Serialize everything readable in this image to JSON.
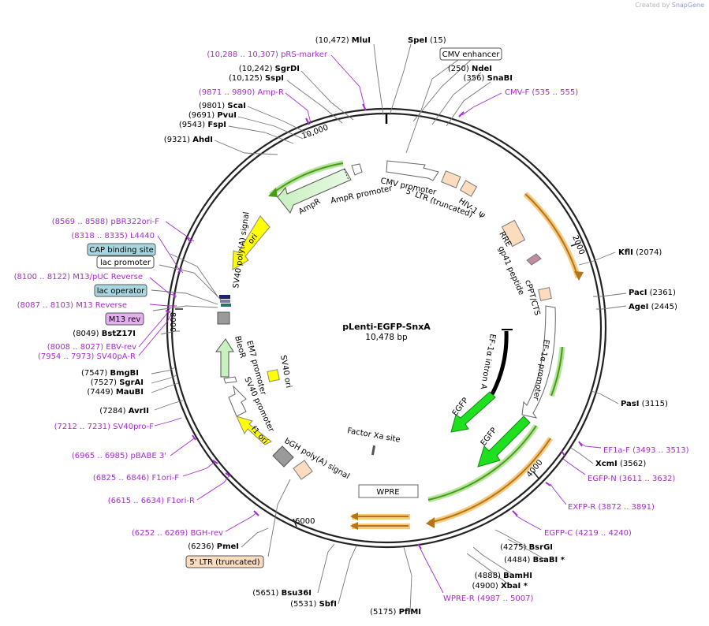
{
  "credit": {
    "prefix": "Created by",
    "brand": "SnapGene"
  },
  "plasmid": {
    "name": "pLenti-EGFP-SnxA",
    "size": "10,478 bp"
  },
  "ticks": [
    "10,000",
    "2000",
    "4000",
    "6000",
    "8000"
  ],
  "colors": {
    "site": "#000000",
    "primer": "#a72bd3",
    "ring": "#1a1a1a"
  },
  "sites": [
    {
      "coord": "(10,472)",
      "name": "MluI"
    },
    {
      "coord": "(15)",
      "name": "SpeI"
    },
    {
      "coord": "(250)",
      "name": "NdeI"
    },
    {
      "coord": "(356)",
      "name": "SnaBI"
    },
    {
      "coord": "(10,242)",
      "name": "SgrDI"
    },
    {
      "coord": "(10,125)",
      "name": "SspI"
    },
    {
      "coord": "(9801)",
      "name": "ScaI"
    },
    {
      "coord": "(9691)",
      "name": "PvuI"
    },
    {
      "coord": "(9543)",
      "name": "FspI"
    },
    {
      "coord": "(9321)",
      "name": "AhdI"
    },
    {
      "coord": "(2074)",
      "name": "KflI"
    },
    {
      "coord": "(2361)",
      "name": "PacI"
    },
    {
      "coord": "(2445)",
      "name": "AgeI"
    },
    {
      "coord": "(3115)",
      "name": "PasI"
    },
    {
      "coord": "(3562)",
      "name": "XcmI"
    },
    {
      "coord": "(8049)",
      "name": "BstZ17I"
    },
    {
      "coord": "(7547)",
      "name": "BmgBI"
    },
    {
      "coord": "(7527)",
      "name": "SgrAI"
    },
    {
      "coord": "(7449)",
      "name": "MauBI"
    },
    {
      "coord": "(7284)",
      "name": "AvrII"
    },
    {
      "coord": "(4275)",
      "name": "BsrGI"
    },
    {
      "coord": "(4484)",
      "name": "BsaBI *"
    },
    {
      "coord": "(4888)",
      "name": "BamHI"
    },
    {
      "coord": "(4900)",
      "name": "XbaI *"
    },
    {
      "coord": "(6236)",
      "name": "PmeI"
    },
    {
      "coord": "(5651)",
      "name": "Bsu36I"
    },
    {
      "coord": "(5531)",
      "name": "SbfI"
    },
    {
      "coord": "(5175)",
      "name": "PflMI"
    }
  ],
  "primers": [
    {
      "coord": "(10,288 .. 10,307)",
      "name": "pRS-marker"
    },
    {
      "coord": "(9871 .. 9890)",
      "name": "Amp-R"
    },
    {
      "coord": "(535 .. 555)",
      "name": "CMV-F"
    },
    {
      "coord": "(8569 .. 8588)",
      "name": "pBR322ori-F"
    },
    {
      "coord": "(8318 .. 8335)",
      "name": "L4440"
    },
    {
      "coord": "(8100 .. 8122)",
      "name": "M13/pUC Reverse"
    },
    {
      "coord": "(8087 .. 8103)",
      "name": "M13 Reverse"
    },
    {
      "coord": "(8008 .. 8027)",
      "name": "EBV-rev"
    },
    {
      "coord": "(7954 .. 7973)",
      "name": "SV40pA-R"
    },
    {
      "coord": "(7212 .. 7231)",
      "name": "SV40pro-F"
    },
    {
      "coord": "(6965 .. 6985)",
      "name": "pBABE 3'"
    },
    {
      "coord": "(6825 .. 6846)",
      "name": "F1ori-F"
    },
    {
      "coord": "(6615 .. 6634)",
      "name": "F1ori-R"
    },
    {
      "coord": "(6252 .. 6269)",
      "name": "BGH-rev"
    },
    {
      "coord": "(3493 .. 3513)",
      "name": "EF1a-F"
    },
    {
      "coord": "(3611 .. 3632)",
      "name": "EGFP-N"
    },
    {
      "coord": "(3872 .. 3891)",
      "name": "EXFP-R"
    },
    {
      "coord": "(4219 .. 4240)",
      "name": "EGFP-C"
    },
    {
      "coord": "(4987 .. 5007)",
      "name": "WPRE-R"
    }
  ],
  "boxed_labels": [
    {
      "text": "CMV enhancer"
    },
    {
      "text": "CAP binding site",
      "fill": "#a9d7e0"
    },
    {
      "text": "lac promoter",
      "fill": "#ffffff"
    },
    {
      "text": "lac operator",
      "fill": "#a9d7e0"
    },
    {
      "text": "M13 rev",
      "fill": "#e3b0ee"
    },
    {
      "text": "5' LTR (truncated)",
      "fill": "#fbdcbf"
    }
  ],
  "features": {
    "cmv_promoter": "CMV promoter",
    "ltr5": "5' LTR (truncated)",
    "hiv_psi": "HIV-1 Ψ",
    "rre": "RRE",
    "gp41": "gp41 peptide",
    "cppt": "cPPT/CTS",
    "ef1a_intron": "EF-1α intron A",
    "ef1a_promoter": "EF-1α promoter",
    "egfp": "EGFP",
    "wpre": "WPRE",
    "factor_xa": "Factor Xa site",
    "bgh": "bGH poly(A) signal",
    "f1ori": "f1 ori",
    "sv40_promoter": "SV40 promoter",
    "em7": "EM7 promoter",
    "bleor": "BleoR",
    "sv40_ori": "SV40 ori",
    "sv40_polya": "SV40 poly(A) signal",
    "ori": "ori",
    "ampr": "AmpR",
    "ampr_promoter": "AmpR promoter"
  }
}
